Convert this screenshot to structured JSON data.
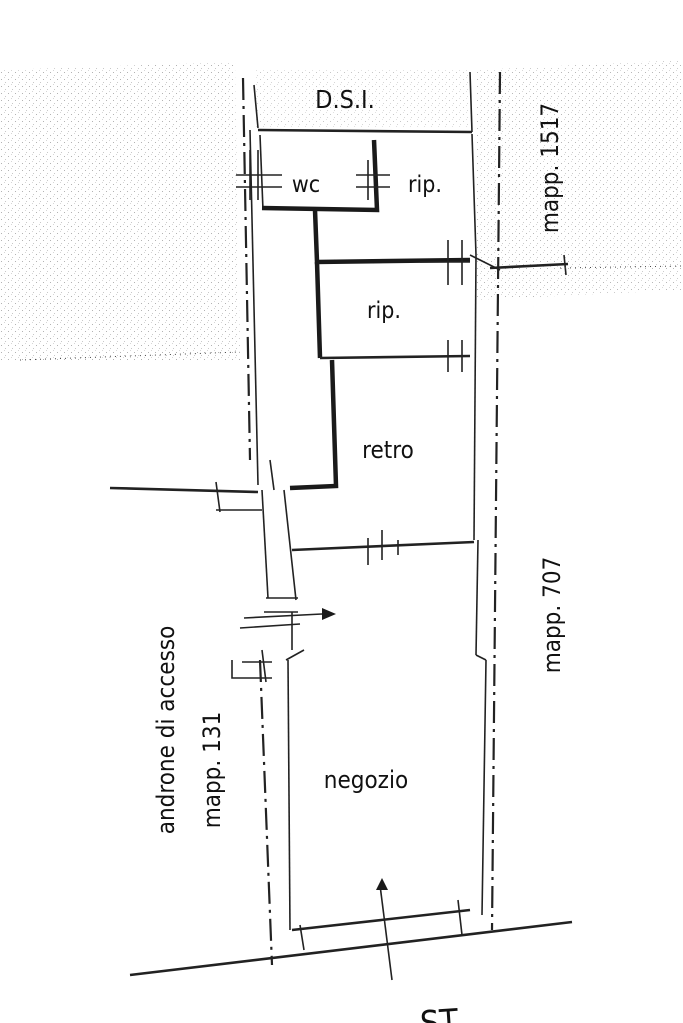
{
  "plan": {
    "rooms": {
      "dsi": "D.S.I.",
      "wc": "wc",
      "rip_upper": "rip.",
      "rip_lower": "rip.",
      "retro": "retro",
      "negozio": "negozio"
    },
    "neighbors": {
      "mapp_1517": "mapp. 1517",
      "mapp_707": "mapp. 707",
      "androne": "androne di accesso",
      "mapp_131": "mapp. 131"
    },
    "bottom_fragment": "ST"
  }
}
